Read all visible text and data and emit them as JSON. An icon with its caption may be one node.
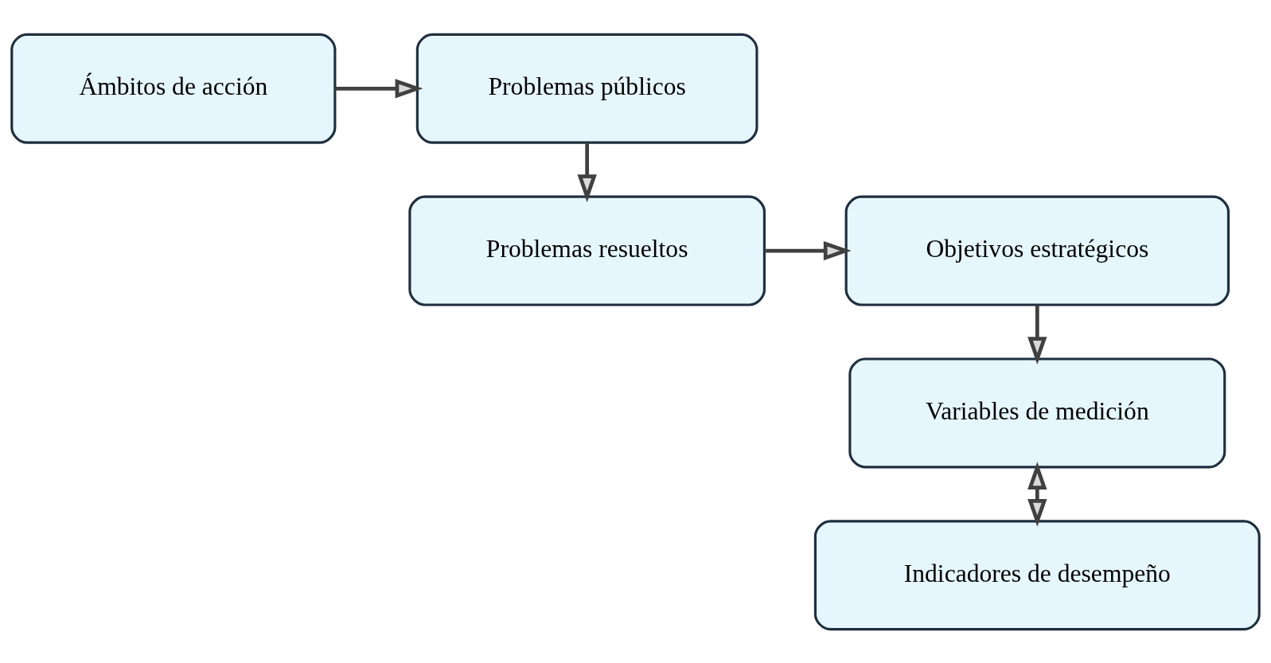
{
  "diagram": {
    "nodes": [
      {
        "text": [
          "Ámbitos de acción"
        ]
      },
      {
        "text": [
          "Problemas públicos"
        ]
      },
      {
        "text": [
          "Problemas resueltos"
        ]
      },
      {
        "text": [
          "Objetivos estratégicos"
        ]
      },
      {
        "text": [
          "Variables de medición"
        ]
      },
      {
        "text": [
          "Indicadores de desempeño"
        ]
      }
    ],
    "edges": [
      {
        "from": 0,
        "to": 1,
        "arrow": "to"
      },
      {
        "from": 1,
        "to": 2,
        "arrow": "to"
      },
      {
        "from": 2,
        "to": 3,
        "arrow": "to"
      },
      {
        "from": 3,
        "to": 4,
        "arrow": "to"
      },
      {
        "from": 4,
        "to": 5,
        "arrow": "both"
      }
    ]
  }
}
